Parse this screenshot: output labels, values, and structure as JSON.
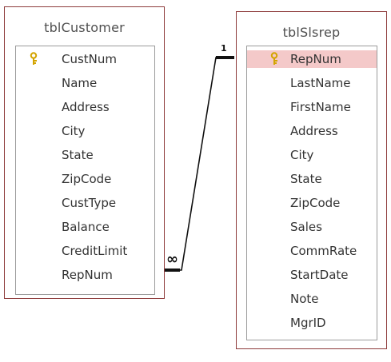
{
  "tables": [
    {
      "title": "tblCustomer",
      "fields": [
        {
          "label": "CustNum",
          "primary_key": true
        },
        {
          "label": "Name"
        },
        {
          "label": "Address"
        },
        {
          "label": "City"
        },
        {
          "label": "State"
        },
        {
          "label": "ZipCode"
        },
        {
          "label": "CustType"
        },
        {
          "label": "Balance"
        },
        {
          "label": "CreditLimit"
        },
        {
          "label": "RepNum"
        }
      ]
    },
    {
      "title": "tblSlsrep",
      "fields": [
        {
          "label": "RepNum",
          "primary_key": true,
          "selected": true
        },
        {
          "label": "LastName"
        },
        {
          "label": "FirstName"
        },
        {
          "label": "Address"
        },
        {
          "label": "City"
        },
        {
          "label": "State"
        },
        {
          "label": "ZipCode"
        },
        {
          "label": "Sales"
        },
        {
          "label": "CommRate"
        },
        {
          "label": "StartDate"
        },
        {
          "label": "Note"
        },
        {
          "label": "MgrID"
        }
      ]
    }
  ],
  "relationship": {
    "from_table": "tblCustomer",
    "from_field": "RepNum",
    "to_table": "tblSlsrep",
    "to_field": "RepNum",
    "one_label": "1",
    "many_label": "∞"
  },
  "colors": {
    "table_border": "#8e3b3b",
    "selected_field": "#f4c9c9",
    "key_icon": "#d3a400",
    "line": "#111111"
  },
  "icons": {
    "primary_key": "key-icon"
  }
}
